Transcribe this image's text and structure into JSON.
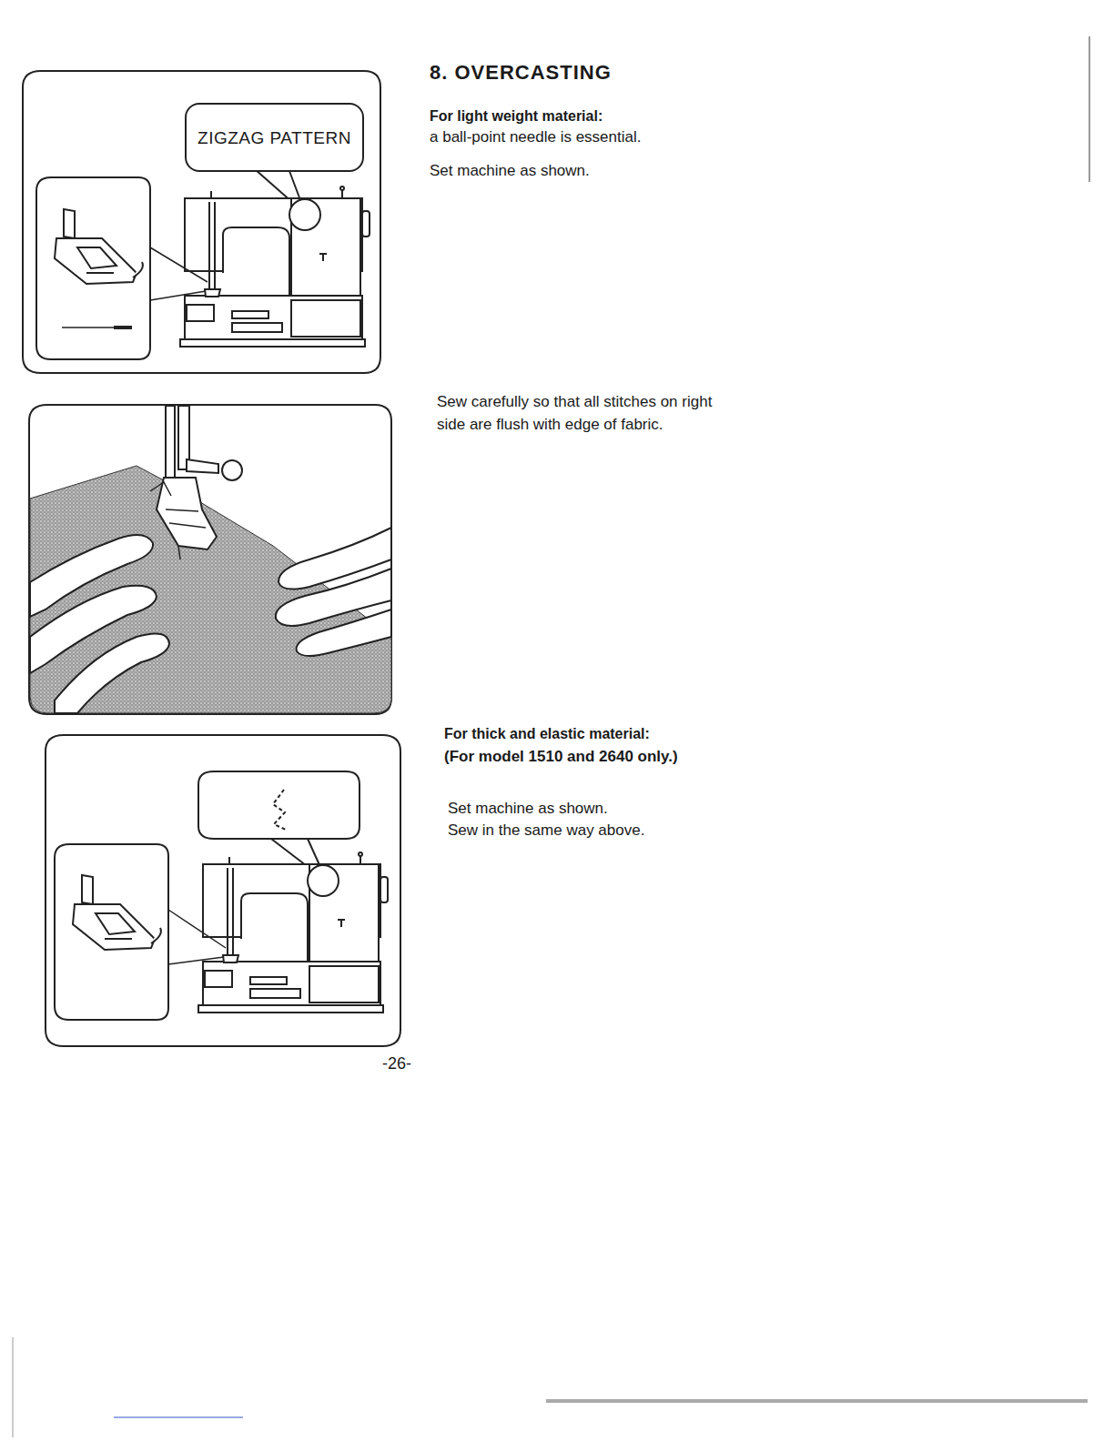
{
  "diagram": {
    "title": "8. OVERCASTING",
    "nodes": [
      {
        "text": [
          "ZIGZAG PATTERN"
        ]
      }
    ],
    "labels": [
      "For light weight material:",
      "a ball-point needle is essential.",
      "Set machine as shown.",
      "Sew carefully so that all stitches on right side are flush with edge of fabric.",
      "For thick and elastic material:",
      "(For model 1510 and 2640 only.)",
      "Set machine as shown.",
      "Sew in the same way above.",
      "-26-"
    ]
  }
}
